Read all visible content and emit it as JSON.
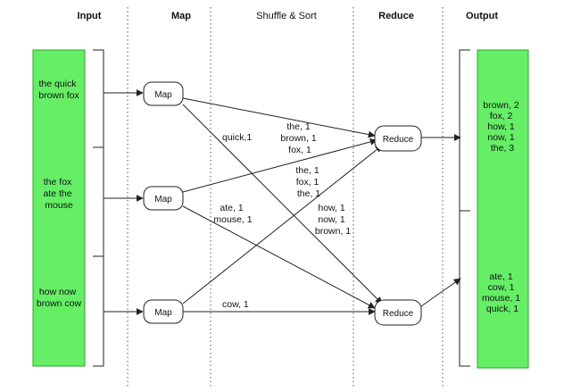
{
  "headers": {
    "input": "Input",
    "map": "Map",
    "shuffle": "Shuffle & Sort",
    "reduce": "Reduce",
    "output": "Output"
  },
  "input_splits": [
    [
      "the quick",
      "brown fox"
    ],
    [
      "the fox",
      "ate the",
      "mouse"
    ],
    [
      "how now",
      "brown cow"
    ]
  ],
  "map_nodes": [
    "Map",
    "Map",
    "Map"
  ],
  "reduce_nodes": [
    "Reduce",
    "Reduce"
  ],
  "edge_labels": {
    "m1_r1": [
      "the, 1",
      "brown, 1",
      "fox, 1"
    ],
    "m1_r2": [
      "quick,1"
    ],
    "m2_r1": [
      "the, 1",
      "fox, 1",
      "the, 1"
    ],
    "m2_r2": [
      "ate, 1",
      "mouse, 1"
    ],
    "m3_r1": [
      "how, 1",
      "now, 1",
      "brown, 1"
    ],
    "m3_r2": [
      "cow, 1"
    ]
  },
  "outputs": [
    [
      "brown, 2",
      "fox, 2",
      "how, 1",
      "now, 1",
      "the, 3"
    ],
    [
      "ate, 1",
      "cow, 1",
      "mouse, 1",
      "quick, 1"
    ]
  ],
  "colors": {
    "box_fill": "#66ee66",
    "box_stroke": "#2aa52a",
    "separator": "#555555"
  }
}
